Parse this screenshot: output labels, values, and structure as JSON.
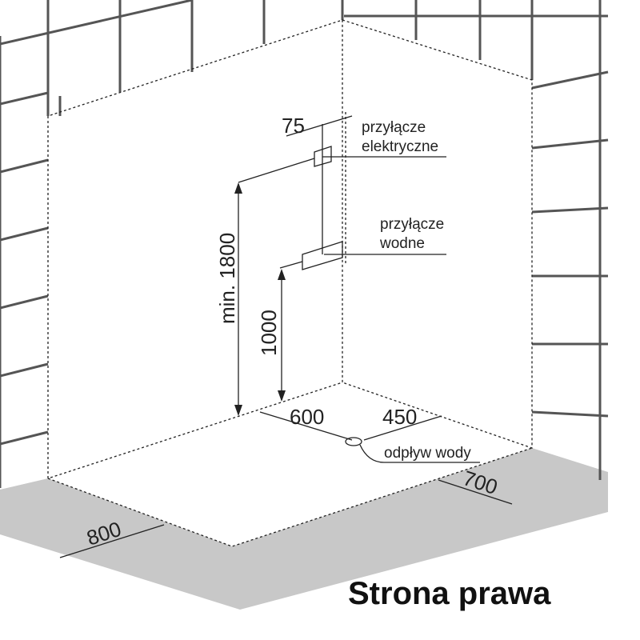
{
  "title": "Strona prawa",
  "labels": {
    "electrical": [
      "przyłącze",
      "elektryczne"
    ],
    "water": [
      "przyłącze",
      "wodne"
    ],
    "drain": "odpływ wody"
  },
  "dimensions": {
    "offset": "75",
    "min_height": "min. 1800",
    "water_height": "1000",
    "drain_x": "600",
    "drain_y": "450",
    "depth": "700",
    "width": "800"
  }
}
